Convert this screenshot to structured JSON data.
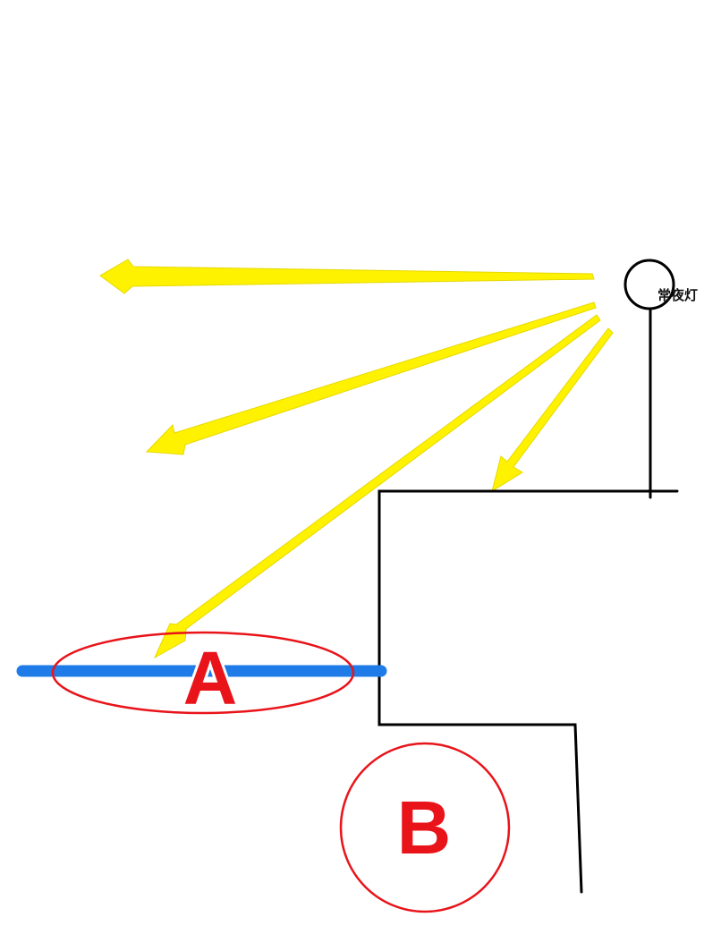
{
  "lamp": {
    "label": "常夜灯"
  },
  "regions": [
    {
      "letter": "A"
    },
    {
      "letter": "B"
    }
  ],
  "colors": {
    "light_ray": "#fff200",
    "light_ray_edge": "#e6d800",
    "floor_highlight": "#1e7be8",
    "marker": "#e8141a",
    "wall": "#000000"
  }
}
